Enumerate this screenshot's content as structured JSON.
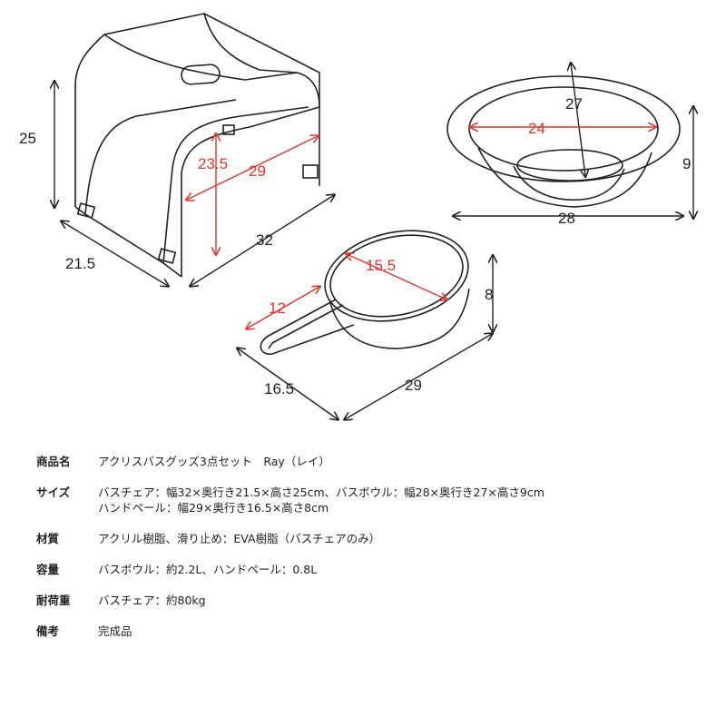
{
  "chair": {
    "height": "25",
    "inner_height": "23.5",
    "inner_width": "29",
    "width": "32",
    "depth": "21.5"
  },
  "bowl": {
    "depth": "27",
    "inner": "24",
    "height": "9",
    "width": "28"
  },
  "pail": {
    "diameter": "15.5",
    "handle": "12",
    "height": "8",
    "depth": "16.5",
    "width": "29"
  },
  "colors": {
    "line": "#222222",
    "red": "#e0362c"
  },
  "specs": [
    {
      "label": "商品名",
      "lines": [
        "アクリスバスグッズ3点セット　Ray（レイ）"
      ]
    },
    {
      "label": "サイズ",
      "lines": [
        "バスチェア：幅32×奥行き21.5×高さ25cm、バスボウル：幅28×奥行き27×高さ9cm",
        "ハンドペール：幅29×奥行き16.5×高さ8cm"
      ]
    },
    {
      "label": "材質",
      "lines": [
        "アクリル樹脂、滑り止め：EVA樹脂（バスチェアのみ）"
      ]
    },
    {
      "label": "容量",
      "lines": [
        "バスボウル：約2.2L、ハンドペール：0.8L"
      ]
    },
    {
      "label": "耐荷重",
      "lines": [
        "バスチェア：約80kg"
      ]
    },
    {
      "label": "備考",
      "lines": [
        "完成品"
      ]
    }
  ]
}
